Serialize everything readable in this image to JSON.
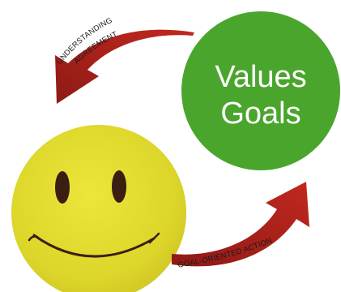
{
  "values_circle": {
    "line1": "Values",
    "line2": "Goals",
    "color": "#4aa52c"
  },
  "smiley": {
    "color": "#e6df2e"
  },
  "arrow_top": {
    "line1": "UNDERSTANDING",
    "line2": "AGREEMENT",
    "color": "#b5251e"
  },
  "arrow_bottom": {
    "label": "GOAL-ORIENTED ACTION",
    "color": "#b5251e"
  }
}
